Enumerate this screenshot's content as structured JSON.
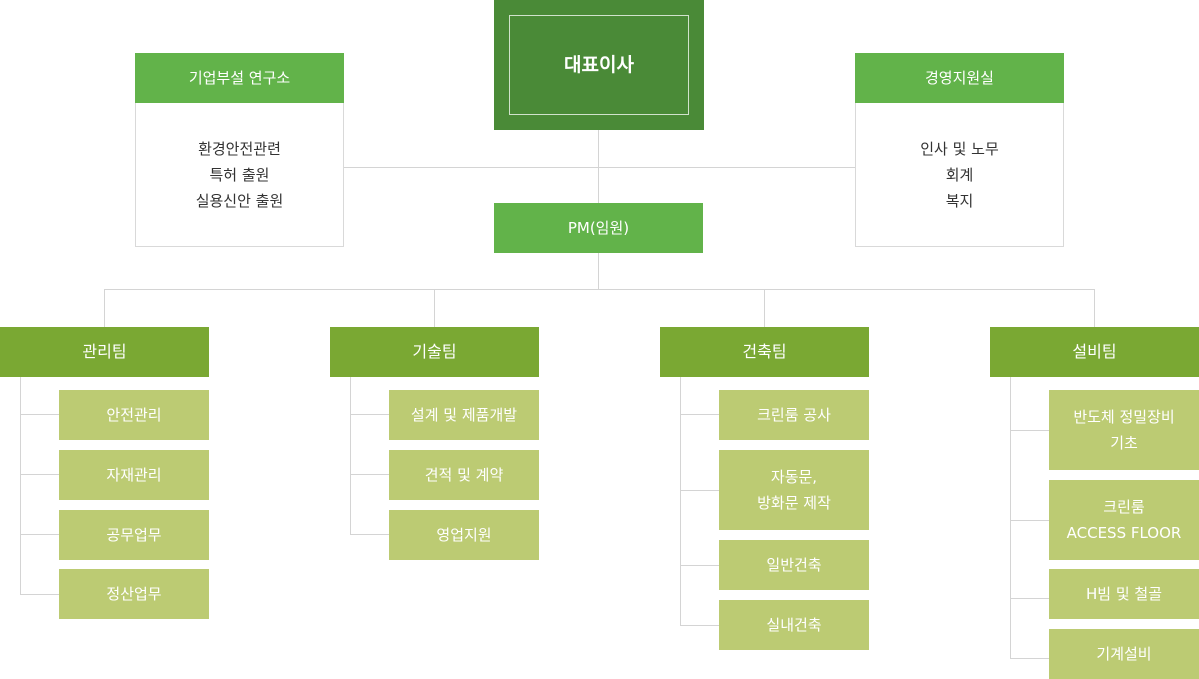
{
  "ceo": {
    "label": "대표이사"
  },
  "research": {
    "title": "기업부설 연구소",
    "duties": "환경안전관련\n특허 출원\n실용신안 출원"
  },
  "management_support": {
    "title": "경영지원실",
    "duties": "인사 및 노무\n회계\n복지"
  },
  "pm": {
    "label": "PM(임원)"
  },
  "teams": [
    {
      "name": "관리팀",
      "units": [
        "안전관리",
        "자재관리",
        "공무업무",
        "정산업무"
      ]
    },
    {
      "name": "기술팀",
      "units": [
        "설계 및 제품개발",
        "견적 및 계약",
        "영업지원"
      ]
    },
    {
      "name": "건축팀",
      "units": [
        "크린룸 공사",
        "자동문,\n방화문 제작",
        "일반건축",
        "실내건축"
      ]
    },
    {
      "name": "설비팀",
      "units": [
        "반도체 정밀장비\n기초",
        "크린룸\nACCESS FLOOR",
        "H빔 및 철골",
        "기계설비"
      ]
    }
  ],
  "colors": {
    "ceo": "#4a8a37",
    "header_green": "#62b34a",
    "team_green": "#7aa833",
    "unit_green": "#bccb73",
    "connector": "#d4d4d4"
  }
}
